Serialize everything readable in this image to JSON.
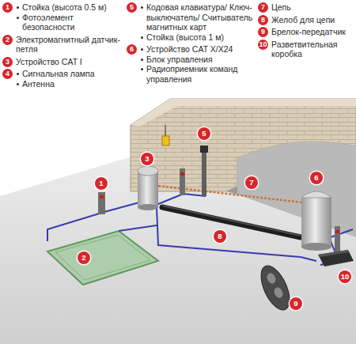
{
  "diagram": {
    "labels": [
      "1",
      "Стойка (высота 0.5 м)",
      "Фотоэлемент безопасности",
      "2",
      "Электромагнитный датчик-петля",
      "3",
      "Устройство CAT I",
      "4",
      "Сигнальная лампа",
      "Антенна",
      "5",
      "Кодовая клавиатура/ Ключ-выключатель/ Считыватель магнитных карт",
      "Стойка (высота 1 м)",
      "6",
      "Устройство CAT X/X24",
      "Блок управления",
      "Радиоприемник команд управления",
      "7",
      "Цепь",
      "8",
      "Желоб для цепи",
      "9",
      "Брелок-передатчик",
      "10",
      "Разветвительная коробка",
      "3",
      "5",
      "1",
      "6",
      "7",
      "8",
      "2",
      "9",
      "10"
    ]
  }
}
